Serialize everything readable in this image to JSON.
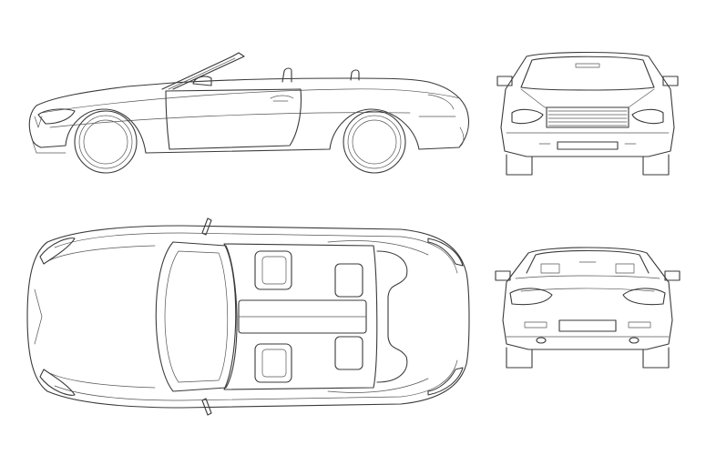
{
  "drawing": {
    "line_color": "#3a3a3a",
    "background": "#ffffff",
    "views": [
      "side",
      "front",
      "top",
      "rear"
    ]
  }
}
